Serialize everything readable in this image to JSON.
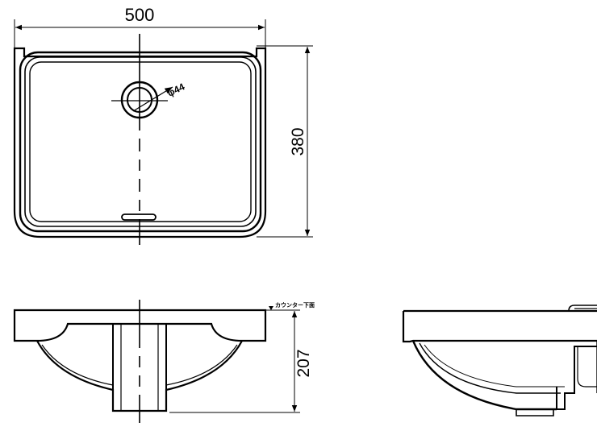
{
  "dimensions": {
    "width": "500",
    "depth": "380",
    "height": "207",
    "drain_diameter": "φ44"
  },
  "labels": {
    "counter_underside": "カウンター下面"
  },
  "colors": {
    "line": "#000000",
    "background": "#ffffff"
  }
}
